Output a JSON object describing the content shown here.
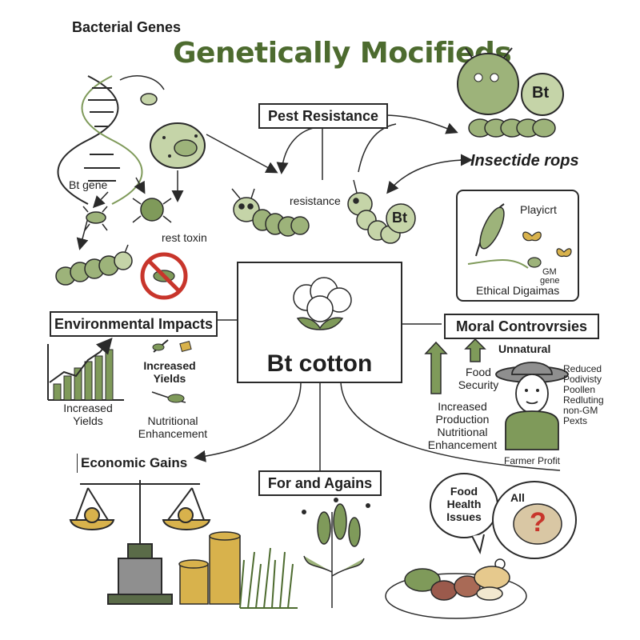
{
  "header": {
    "subtitle": "Bacterial Genes",
    "title": "Genetically Mocifieds"
  },
  "center": {
    "label": "Bt cotton"
  },
  "boxes": {
    "pest_resistance": "Pest Resistance",
    "environmental_impacts": "Environmental Impacts",
    "moral_controversies": "Moral Controvrsies",
    "economic_gains": "Economic Gains",
    "for_and_against": "For and Agains"
  },
  "labels": {
    "bt_gene": "Bt gene",
    "rest_toxin": "rest toxin",
    "resistance": "resistance",
    "bt_badge_top": "Bt",
    "bt_badge_caterpillar": "Bt",
    "insecticide_crops": "Insectide rops",
    "playicrt": "Playicrt",
    "gm_gene_line1": "GM",
    "gm_gene_line2": "gene",
    "ethical_dilemmas": "Ethical Digaimas",
    "increased_yields_chart": "Increased\nYields",
    "increased_yields_small": "Increased\nYields",
    "nutritional_enhancement_left": "Nutritional\nEnhancement",
    "unnatural": "Unnatural",
    "food_security": "Food\nSecurity",
    "increased_production": "Increased\nProduction\nNutritional\nEnhancement",
    "reduced_biodiversity": "Reduced\nPodivisty\nPoollen\nRedluting\nnon-GM\nPexts",
    "farmer_profit": "Farmer Profit",
    "food_health_issues": "Food\nHealth\nIssues",
    "all": "All",
    "question_mark": "?"
  },
  "colors": {
    "title_green": "#4d6b2f",
    "leaf_green": "#7f9a5a",
    "pale_green": "#c5d4a8",
    "dark_outline": "#2a2a2a",
    "gold": "#d8b24c",
    "red_stop": "#c8352b"
  }
}
